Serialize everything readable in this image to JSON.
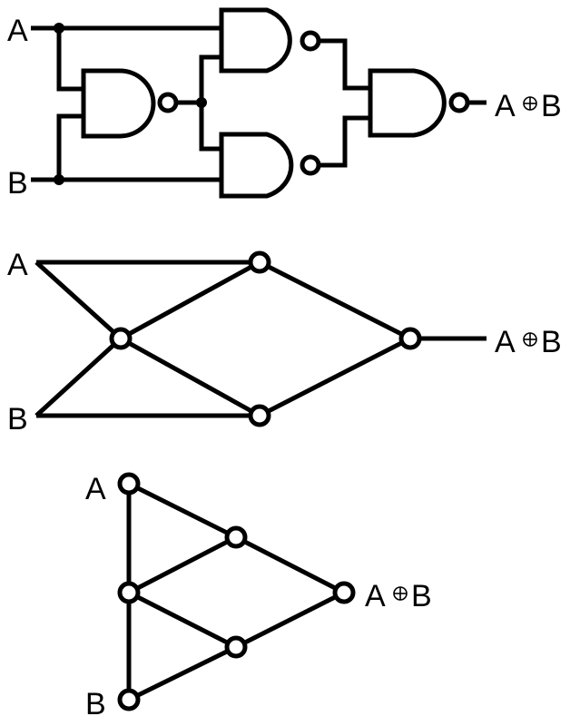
{
  "diagrams": [
    {
      "kind": "nand-gate-circuit",
      "input_a": "A",
      "input_b": "B",
      "output_left": "A",
      "output_right": "B"
    },
    {
      "kind": "node-graph",
      "input_a": "A",
      "input_b": "B",
      "output_left": "A",
      "output_right": "B"
    },
    {
      "kind": "triangle-graph",
      "input_a": "A",
      "input_b": "B",
      "output_left": "A",
      "output_right": "B"
    }
  ],
  "output_operator_icon": "circled-plus-icon",
  "colors": {
    "ink": "#000000",
    "background": "#ffffff"
  }
}
